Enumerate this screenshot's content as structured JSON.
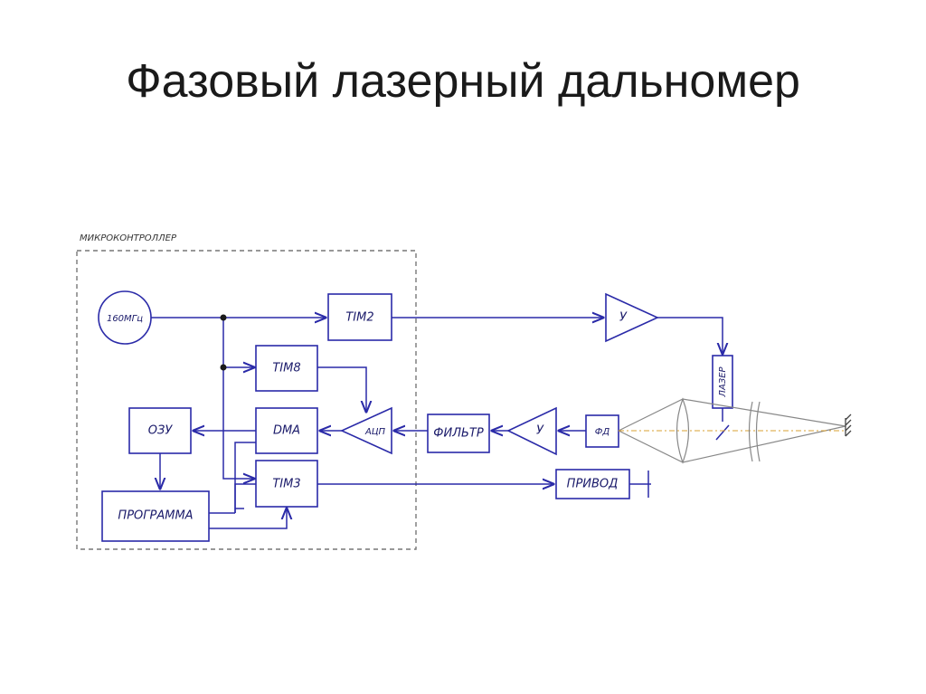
{
  "slide": {
    "title": "Фазовый лазерный дальномер"
  },
  "diagram": {
    "container_label": "МИКРОКОНТРОЛЛЕР",
    "blocks": {
      "oscillator": "160МГц",
      "tim2": "TIM2",
      "tim8": "TIM8",
      "dma": "DMA",
      "ozu": "ОЗУ",
      "adc": "АЦП",
      "tim3": "TIM3",
      "program": "ПРОГРАММА",
      "amp_tx": "У",
      "amp_rx": "У",
      "filter": "ФИЛЬТР",
      "photodiode": "ФД",
      "drive": "ПРИВОД",
      "laser": "ЛАЗЕР"
    },
    "colors": {
      "wire": "#2a2aa8",
      "optics": "#888888",
      "beam": "#d9a030"
    }
  }
}
